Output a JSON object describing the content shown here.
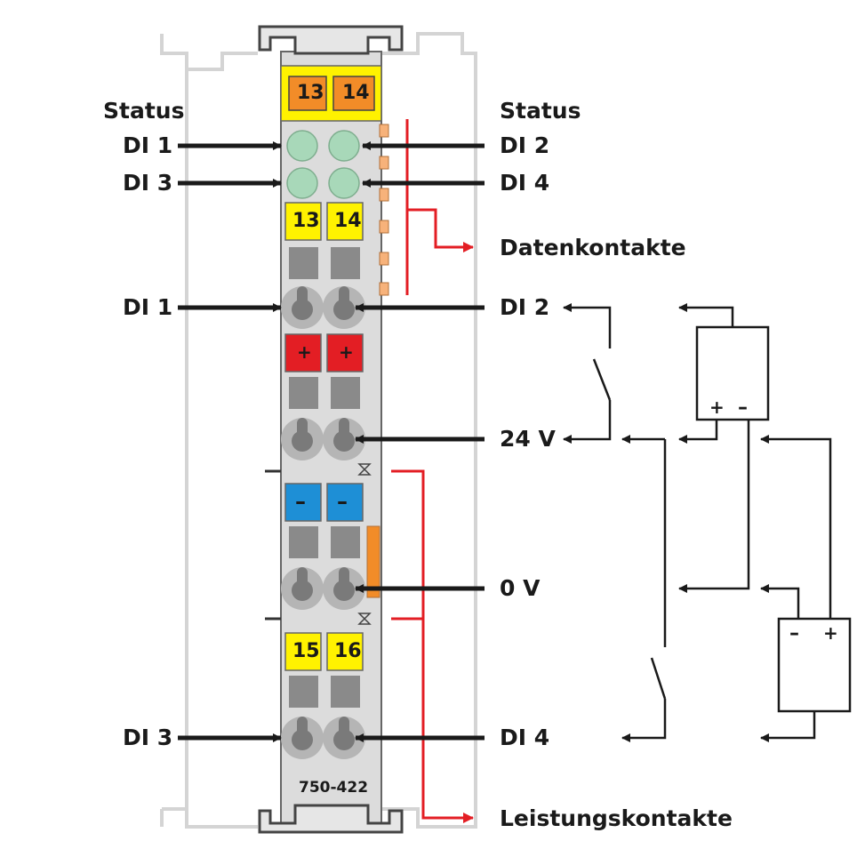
{
  "labels": {
    "status_left": "Status",
    "status_right": "Status",
    "led_di1": "DI 1",
    "led_di2": "DI 2",
    "led_di3": "DI 3",
    "led_di4": "DI 4",
    "datenkontakte": "Datenkontakte",
    "term_di1": "DI 1",
    "term_di2": "DI 2",
    "v24": "24 V",
    "v0": "0 V",
    "term_di3": "DI 3",
    "term_di4": "DI 4",
    "leistungskontakte": "Leistungskontakte"
  },
  "module": {
    "part_number": "750-422",
    "top_markers": [
      "13",
      "14"
    ],
    "terminal_markers_1": [
      "13",
      "14"
    ],
    "plus_markers": [
      "+",
      "+"
    ],
    "minus_markers": [
      "–",
      "–"
    ],
    "terminal_markers_2": [
      "15",
      "16"
    ]
  },
  "sources": {
    "upper": {
      "plus": "+",
      "minus": "–"
    },
    "lower": {
      "minus": "–",
      "plus": "+"
    }
  },
  "colors": {
    "arrow": "#1a1a1a",
    "power_contact_line": "#e31e24",
    "marker_yellow": "#fff200",
    "marker_orange": "#f28c28",
    "marker_red": "#e31e24",
    "marker_blue": "#1e8fd6",
    "led_green": "#a8d8b9",
    "housing_grey": "#d9d9d9"
  }
}
